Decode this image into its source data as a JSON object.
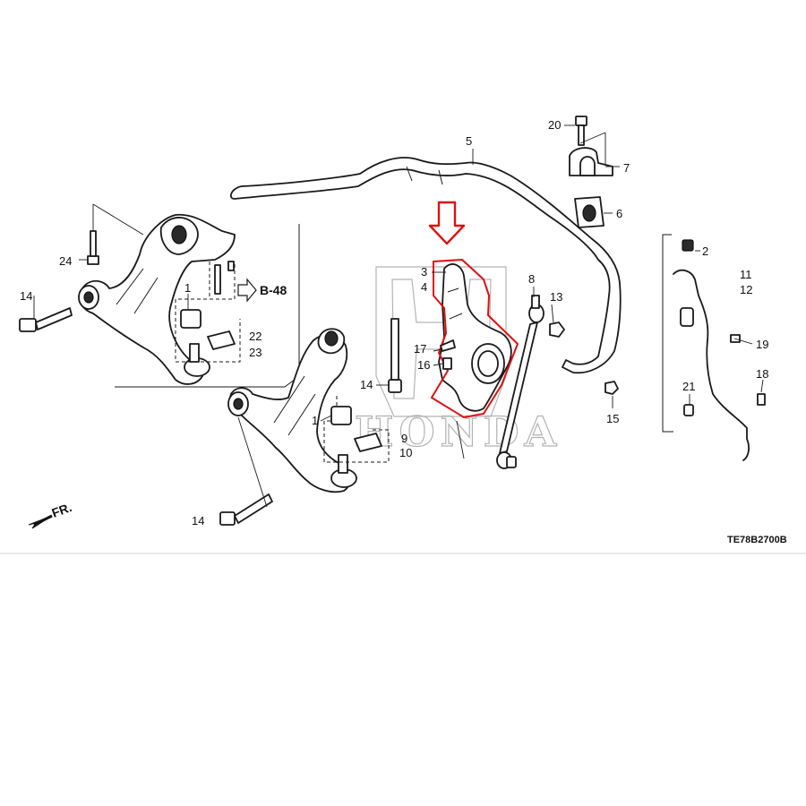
{
  "diagram": {
    "watermark_text": "HONDA",
    "reference_code": "TE78B2700B",
    "page_ref": "B-48",
    "direction_label": "FR.",
    "highlight_color": "#e01010",
    "callouts": [
      "1",
      "2",
      "3",
      "4",
      "5",
      "6",
      "7",
      "8",
      "9",
      "10",
      "11",
      "12",
      "13",
      "14",
      "15",
      "16",
      "17",
      "18",
      "19",
      "20",
      "21",
      "22",
      "23",
      "24"
    ]
  }
}
